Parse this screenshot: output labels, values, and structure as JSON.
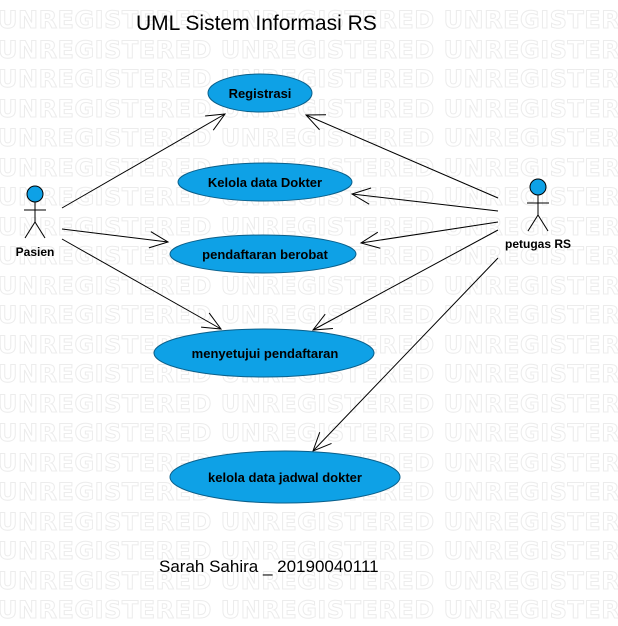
{
  "title": "UML Sistem Informasi RS",
  "footer": "Sarah Sahira _ 20190040111",
  "watermark": "UNREGISTERED",
  "colors": {
    "usecase_fill": "#0ea1e6",
    "usecase_stroke": "#0a5f8a",
    "actor_head": "#0ea1e6",
    "line": "#000000"
  },
  "actors": [
    {
      "id": "pasien",
      "label": "Pasien"
    },
    {
      "id": "petugas",
      "label": "petugas RS"
    }
  ],
  "use_cases": [
    {
      "id": "registrasi",
      "label": "Registrasi"
    },
    {
      "id": "kelola-dokter",
      "label": "Kelola data Dokter"
    },
    {
      "id": "pendaftaran",
      "label": "pendaftaran berobat"
    },
    {
      "id": "menyetujui",
      "label": "menyetujui pendaftaran"
    },
    {
      "id": "jadwal",
      "label": "kelola data jadwal dokter"
    }
  ],
  "associations": [
    {
      "from": "pasien",
      "to": "registrasi"
    },
    {
      "from": "pasien",
      "to": "pendaftaran"
    },
    {
      "from": "pasien",
      "to": "menyetujui"
    },
    {
      "from": "petugas",
      "to": "registrasi"
    },
    {
      "from": "petugas",
      "to": "kelola-dokter"
    },
    {
      "from": "petugas",
      "to": "pendaftaran"
    },
    {
      "from": "petugas",
      "to": "menyetujui"
    },
    {
      "from": "petugas",
      "to": "jadwal"
    }
  ]
}
